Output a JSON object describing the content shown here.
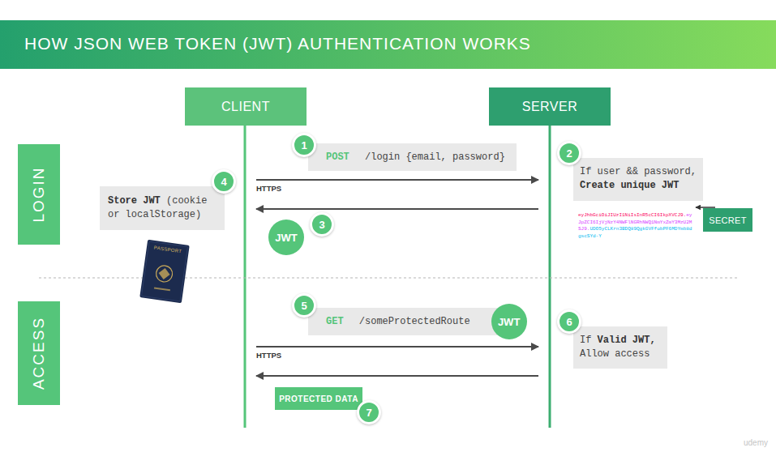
{
  "diagram": {
    "title": "HOW JSON WEB TOKEN (JWT) AUTHENTICATION WORKS",
    "nodes": [
      {
        "text": [
          "CLIENT"
        ]
      },
      {
        "text": [
          "SERVER"
        ]
      },
      {
        "text": [
          "LOGIN"
        ]
      },
      {
        "text": [
          "POST",
          "/login {email, password}"
        ]
      },
      {
        "text": [
          "1"
        ]
      },
      {
        "text": [
          "2"
        ]
      },
      {
        "text": [
          "If user && password,",
          "Create unique JWT"
        ]
      },
      {
        "text": [
          "SECRET"
        ]
      },
      {
        "text": [
          "4"
        ]
      },
      {
        "text": [
          "Store JWT",
          "(cookie or localStorage)"
        ]
      },
      {
        "text": [
          "JWT"
        ]
      },
      {
        "text": [
          "3"
        ]
      },
      {
        "text": [
          "ACCESS"
        ]
      },
      {
        "text": [
          "5"
        ]
      },
      {
        "text": [
          "GET",
          "/someProtectedRoute"
        ]
      },
      {
        "text": [
          "JWT"
        ]
      },
      {
        "text": [
          "6"
        ]
      },
      {
        "text": [
          "If",
          "Valid JWT,",
          "Allow access"
        ]
      },
      {
        "text": [
          "PROTECTED DATA"
        ]
      },
      {
        "text": [
          "7"
        ]
      }
    ],
    "labels": [
      "HTTPS",
      "HTTPS",
      "eyJhbGciOiJIUzI1NiIsInR5cCI6IkpXVCJ9.",
      "eyJpZCI6IjVjNzY4NWFlNGRhNWQ1NmYxZmY3MzU2MSJ9.",
      "UDO5yCLKrn3BDQ89QgkGVFfobPF6MDYmb8dgscSYd-Y",
      "PASSPORT",
      "udemy"
    ]
  }
}
